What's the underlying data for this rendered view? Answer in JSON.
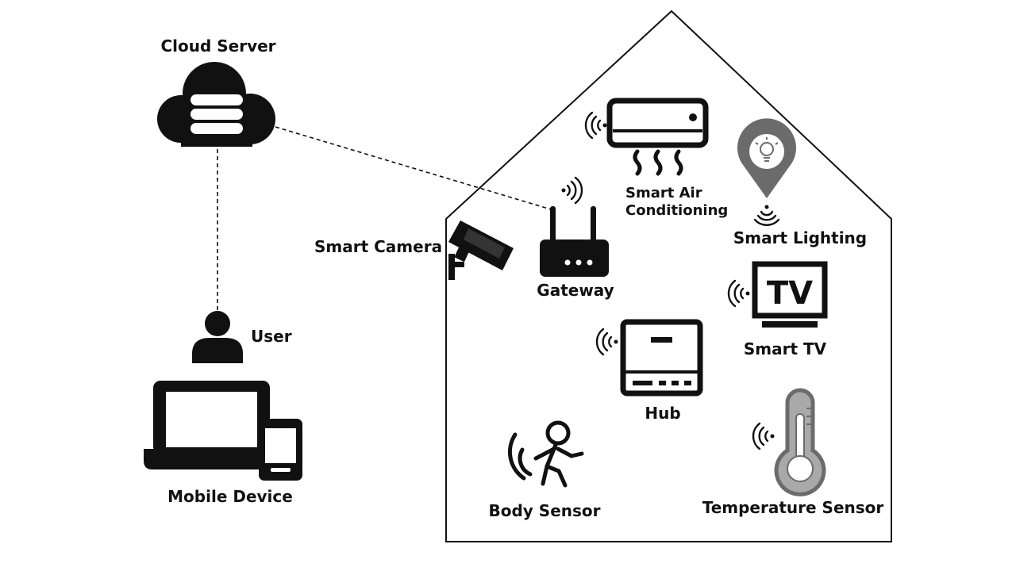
{
  "labels": {
    "cloud_server": "Cloud Server",
    "user": "User",
    "mobile_device": "Mobile Device",
    "smart_camera": "Smart Camera",
    "gateway": "Gateway",
    "smart_air_line1": "Smart Air",
    "smart_air_line2": "Conditioning",
    "smart_lighting": "Smart Lighting",
    "smart_tv": "Smart TV",
    "hub": "Hub",
    "body_sensor": "Body Sensor",
    "temperature_sensor": "Temperature Sensor",
    "tv_screen_text": "TV"
  },
  "colors": {
    "ink": "#111111",
    "pin_gray": "#6b6b6b",
    "thermo_gray": "#a9a9a9"
  }
}
